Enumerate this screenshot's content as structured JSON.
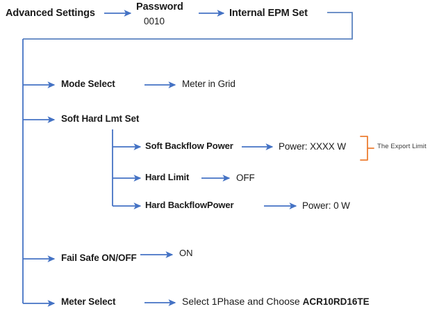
{
  "diagram": {
    "title_flow": [
      {
        "id": "advanced-settings",
        "label": "Advanced Settings"
      },
      {
        "id": "password",
        "label": "Password",
        "sub": "0010"
      },
      {
        "id": "internal-epm-set",
        "label": "Internal EPM Set"
      }
    ],
    "branches": [
      {
        "id": "mode-select",
        "label": "Mode Select",
        "value": "Meter in Grid"
      },
      {
        "id": "soft-hard-lmt-set",
        "label": "Soft Hard Lmt Set",
        "value": "",
        "children": [
          {
            "id": "soft-backflow-power",
            "label": "Soft Backflow Power",
            "value": "Power: XXXX W"
          },
          {
            "id": "hard-limit",
            "label": "Hard Limit",
            "value": "OFF"
          },
          {
            "id": "hard-backflow-power",
            "label": "Hard BackflowPower",
            "value": "Power: 0 W"
          }
        ]
      },
      {
        "id": "fail-safe-on-off",
        "label": "Fail Safe ON/OFF",
        "value": "ON"
      },
      {
        "id": "meter-select",
        "label": "Meter Select",
        "value_prefix": "Select 1Phase and Choose ",
        "value_model": "ACR10RD16TE"
      }
    ],
    "annotation": {
      "id": "export-limit-note",
      "label": "The Export Limit"
    },
    "colors": {
      "connector": "#4472C4",
      "annotation": "#ED7D31",
      "text": "#1a1a1a",
      "background": "#ffffff"
    }
  }
}
